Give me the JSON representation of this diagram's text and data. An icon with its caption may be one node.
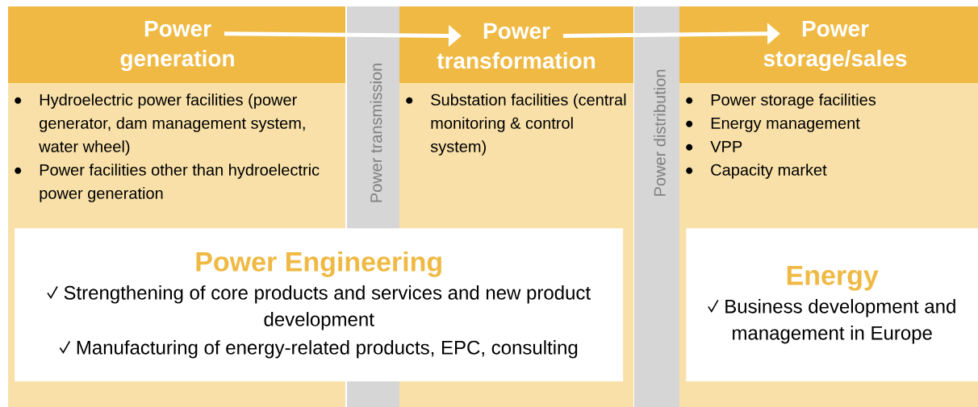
{
  "diagram": {
    "nodes": [
      {
        "text": [
          "Power generation"
        ]
      },
      {
        "text": [
          "Power transformation"
        ]
      },
      {
        "text": [
          "Power storage/sales"
        ]
      },
      {
        "text": [
          "Hydroelectric power facilities (power generator, dam management system, water wheel)",
          "Power facilities other than hydroelectric power generation"
        ]
      },
      {
        "text": [
          "Substation facilities (central monitoring & control system)"
        ]
      },
      {
        "text": [
          "Power storage facilities",
          "Energy management",
          "VPP",
          "Capacity market"
        ]
      },
      {
        "text": [
          "Power transmission"
        ]
      },
      {
        "text": [
          "Power distribution"
        ]
      },
      {
        "text": [
          "Power Engineering",
          "Strengthening of core products and services and new product development",
          "Manufacturing of energy-related products, EPC, consulting"
        ]
      },
      {
        "text": [
          "Energy",
          "Business development and management in Europe"
        ]
      }
    ],
    "edges": [
      {
        "from": 0,
        "to": 1,
        "arrow": "to"
      },
      {
        "from": 1,
        "to": 2,
        "arrow": "to"
      }
    ]
  }
}
